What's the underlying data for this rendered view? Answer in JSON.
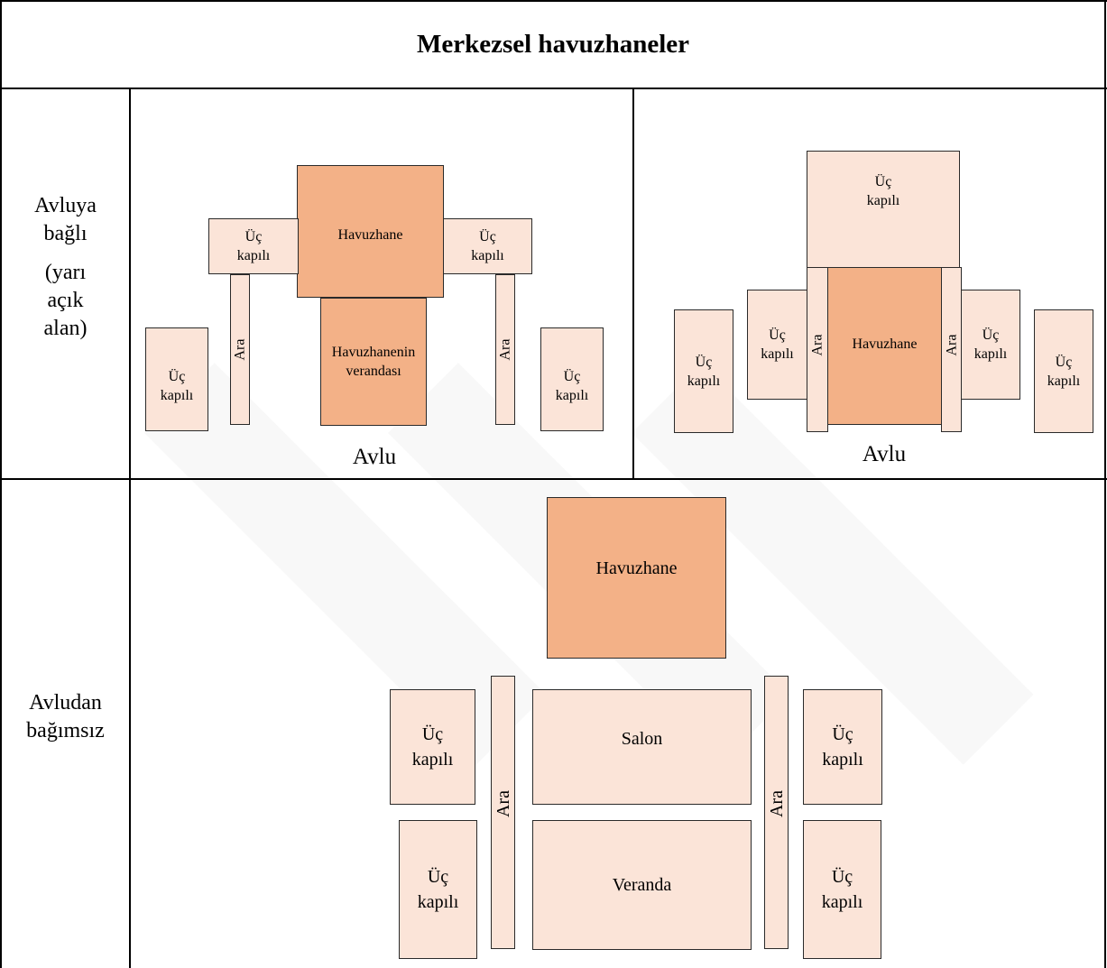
{
  "title": "Merkezsel havuzhaneler",
  "row_labels": {
    "attached_line1": "Avluya",
    "attached_line2": "bağlı",
    "attached_line3": "(yarı",
    "attached_line4": "açık",
    "attached_line5": "alan)",
    "independent_line1": "Avludan",
    "independent_line2": "bağımsız"
  },
  "labels": {
    "pool_room": "Havuzhane",
    "three_door_1": "Üç",
    "three_door_2": "kapılı",
    "passage": "Ara",
    "pool_veranda_1": "Havuzhanenin",
    "pool_veranda_2": "verandası",
    "courtyard": "Avlu",
    "salon": "Salon",
    "veranda": "Veranda"
  },
  "colors": {
    "pool_room_fill": "#f3b187",
    "room_fill": "#fbe4d8",
    "border": "#000000"
  }
}
